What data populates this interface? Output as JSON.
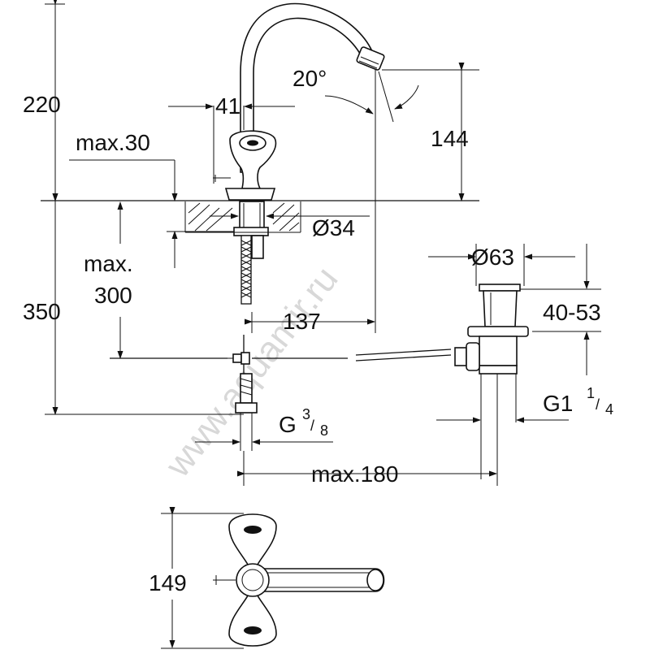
{
  "labels": {
    "height_total": "220",
    "lever_width": "41",
    "angle": "20°",
    "max_deck": "max.30",
    "spout_height": "144",
    "hole_dia": "Ø34",
    "max_length_a": "max.",
    "max_length_b": "300",
    "below_deck": "350",
    "reach": "137",
    "waste_dia": "Ø63",
    "waste_range": "40-53",
    "g38_g": "G",
    "g38_num": "3",
    "g38_den": "8",
    "g114_g": "G1",
    "g114_num": "1",
    "g114_den": "4",
    "max180": "max.180",
    "plan_depth": "149",
    "watermark": "www.aquamir.ru"
  }
}
